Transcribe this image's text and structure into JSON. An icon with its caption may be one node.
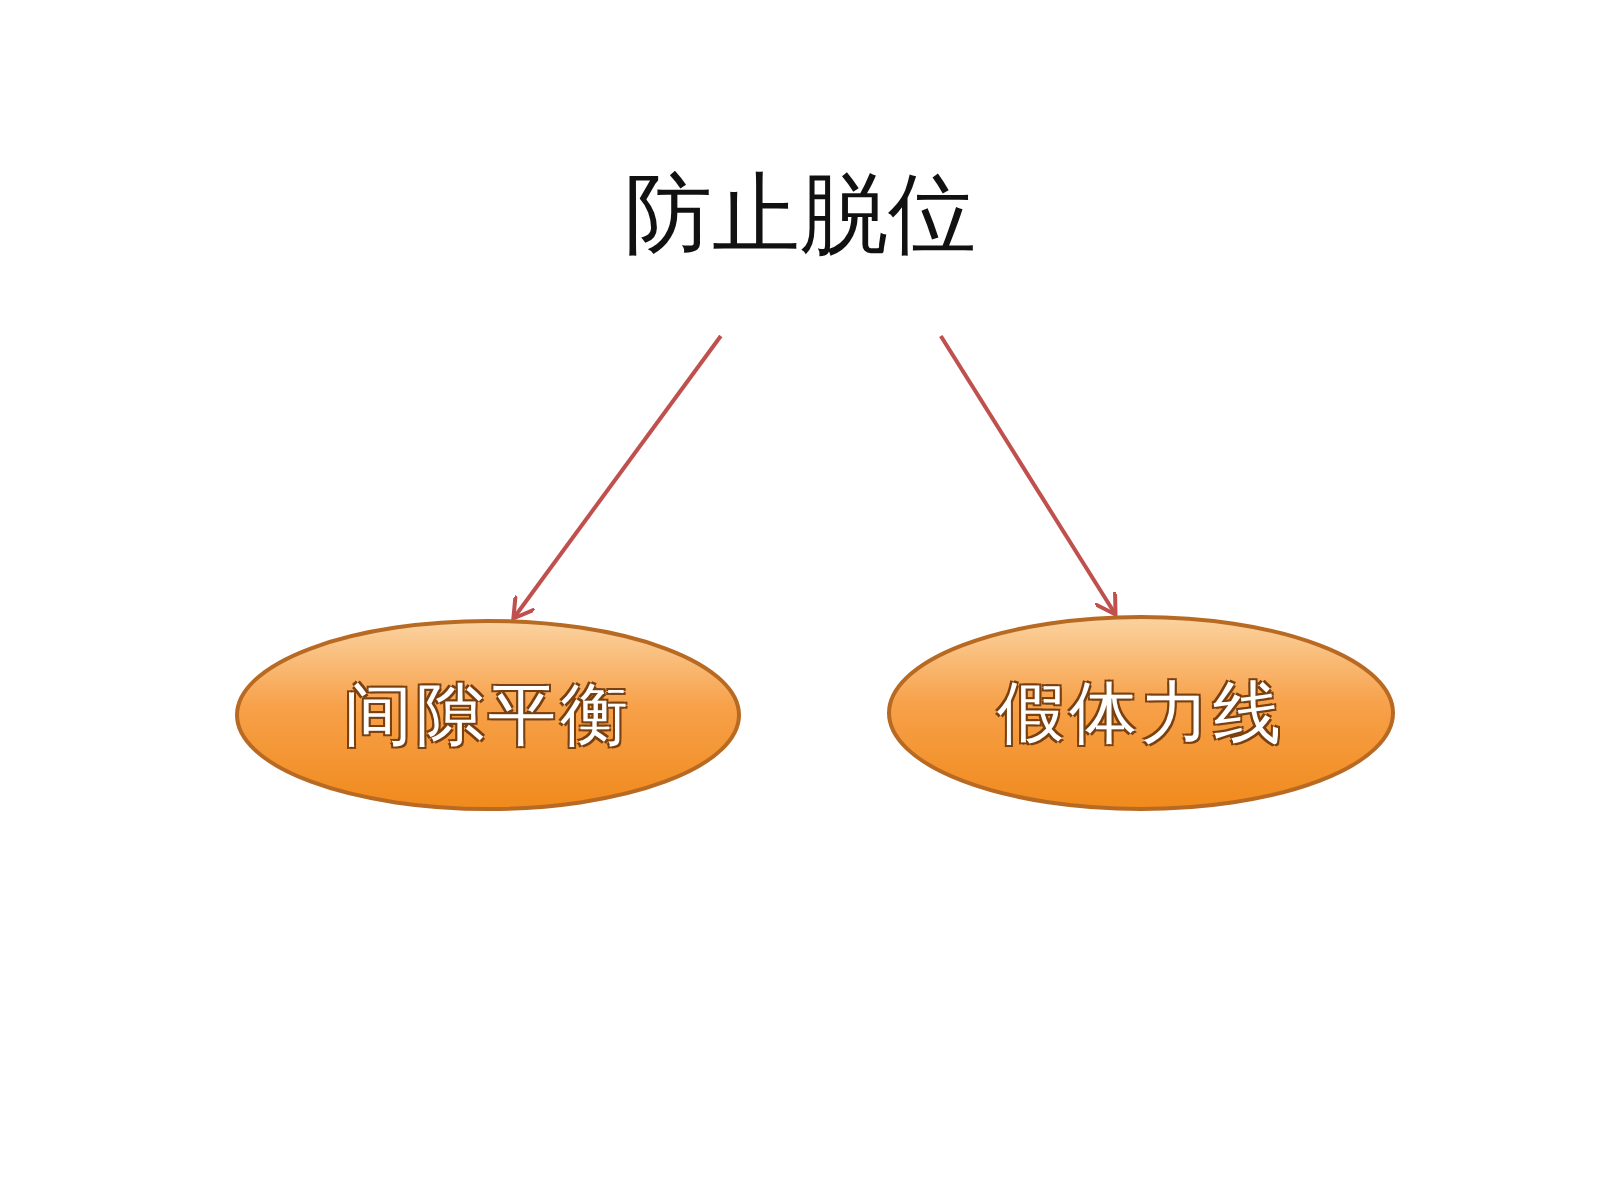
{
  "diagram": {
    "nodes": [
      {
        "text": [
          "防止脱位"
        ]
      },
      {
        "text": [
          "间隙平衡"
        ]
      },
      {
        "text": [
          "假体力线"
        ]
      }
    ],
    "edges": [
      {
        "from": 0,
        "to": 1,
        "arrow": "to"
      },
      {
        "from": 0,
        "to": 2,
        "arrow": "to"
      }
    ]
  }
}
